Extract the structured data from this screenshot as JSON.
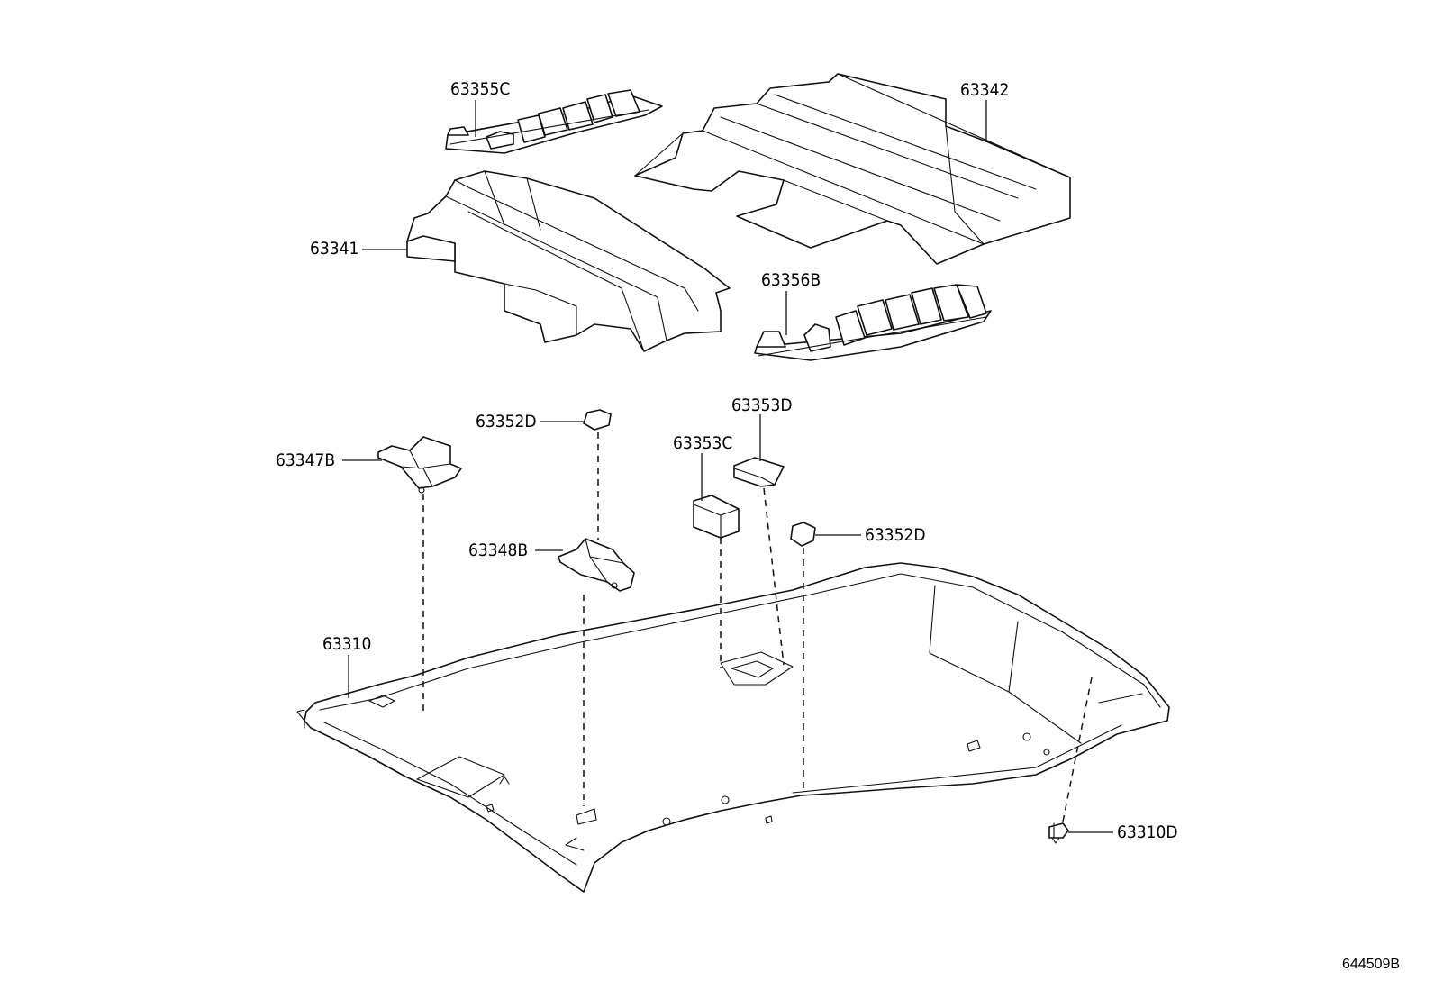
{
  "labels": {
    "p63355c": "63355C",
    "p63342": "63342",
    "p63341": "63341",
    "p63356b": "63356B",
    "p63352d_top": "63352D",
    "p63353d": "63353D",
    "p63347b": "63347B",
    "p63353c": "63353C",
    "p63352d_right": "63352D",
    "p63348b": "63348B",
    "p63310": "63310",
    "p63310d": "63310D"
  },
  "diagram_code": "644509B"
}
